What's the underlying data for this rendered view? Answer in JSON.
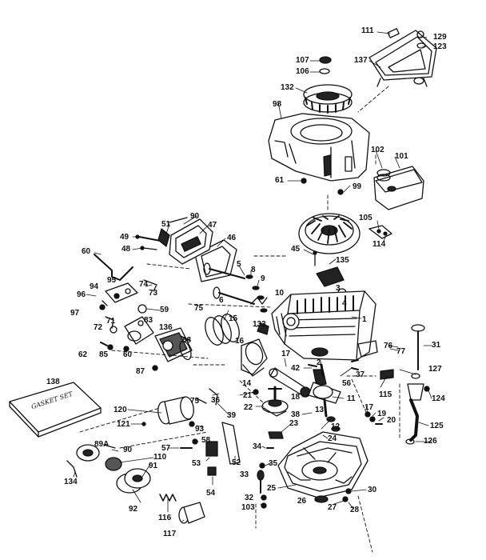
{
  "diagram": {
    "gasket_set_label": "GASKET SET",
    "callouts": [
      "111",
      "129",
      "123",
      "137",
      "107",
      "106",
      "132",
      "98",
      "102",
      "101",
      "61",
      "99",
      "105",
      "114",
      "90",
      "51",
      "47",
      "49",
      "48",
      "46",
      "60",
      "95",
      "74",
      "45",
      "135",
      "5",
      "8",
      "9",
      "94",
      "73",
      "96",
      "97",
      "10",
      "59",
      "75",
      "6",
      "3",
      "4",
      "1",
      "133",
      "72",
      "71",
      "83",
      "15",
      "136",
      "62",
      "85",
      "88",
      "16",
      "60",
      "87",
      "31",
      "76",
      "77",
      "17",
      "42",
      "2",
      "37",
      "127",
      "56",
      "14",
      "21",
      "36",
      "18",
      "115",
      "124",
      "138",
      "75",
      "11",
      "120",
      "39",
      "22",
      "38",
      "13",
      "12",
      "19",
      "20",
      "17",
      "125",
      "121",
      "93",
      "23",
      "24",
      "126",
      "58",
      "34",
      "89A",
      "57",
      "90",
      "53",
      "52",
      "35",
      "110",
      "33",
      "91",
      "134",
      "54",
      "25",
      "30",
      "32",
      "92",
      "116",
      "103",
      "26",
      "27",
      "28",
      "117"
    ]
  }
}
